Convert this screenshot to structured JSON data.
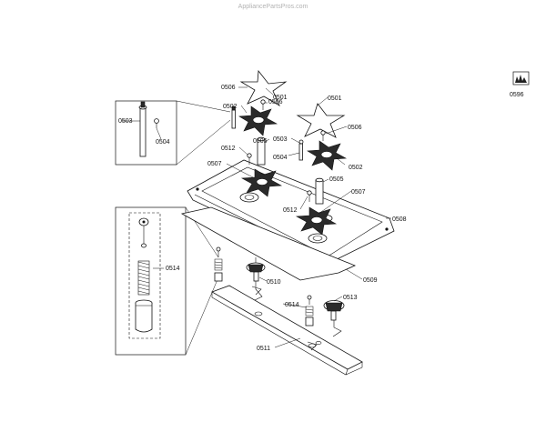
{
  "watermark": "AppliancePartsPros.com",
  "callouts": {
    "p0501a": "0501",
    "p0501b": "0501",
    "p0502a": "0502",
    "p0502b": "0502",
    "p0503a": "0503",
    "p0503b": "0503",
    "p0504a": "0504",
    "p0504b": "0504",
    "p0505a": "0505",
    "p0505b": "0505",
    "p0506a": "0506",
    "p0506b": "0506",
    "p0506c": "0506",
    "p0507a": "0507",
    "p0507b": "0507",
    "p0508": "0508",
    "p0509": "0509",
    "p0510": "0510",
    "p0511": "0511",
    "p0512a": "0512",
    "p0512b": "0512",
    "p0513": "0513",
    "p0514a": "0514",
    "p0514b": "0514",
    "p0596": "0596"
  }
}
